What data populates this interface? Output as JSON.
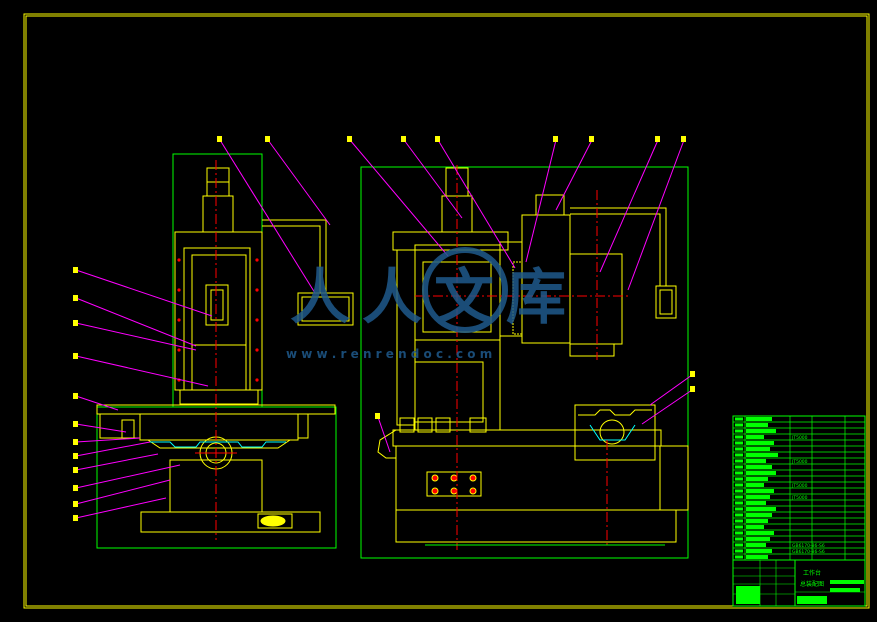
{
  "colors": {
    "background": "#000000",
    "frame": "#ffff00",
    "outline": "#ffff00",
    "leader": "#ff00ff",
    "center_line": "#ff0000",
    "dimension": "#00ff00",
    "yellow_detail": "#ffff00",
    "watermark": "#1f5a8c",
    "title_block_fill": "#00ff00",
    "title_block_text": "#000000"
  },
  "watermark": {
    "brand": "人人文库",
    "url": "w w w . r e n r e n d o c . c o m"
  },
  "title_block": {
    "part_codes": [
      "JT5000",
      "JT5000",
      "JT5000",
      "JT5000",
      "GB6170-86-S6",
      "GB6170-86-S6"
    ],
    "drawing_title_line1": "工作台",
    "drawing_title_line2": "总装配图"
  },
  "balloons": {
    "front_view_side": [
      "",
      "",
      "",
      "",
      "",
      "",
      "",
      "",
      "",
      "",
      "",
      ""
    ],
    "top_row": [
      "",
      "",
      "",
      "",
      "",
      "",
      "",
      "",
      "",
      ""
    ]
  }
}
